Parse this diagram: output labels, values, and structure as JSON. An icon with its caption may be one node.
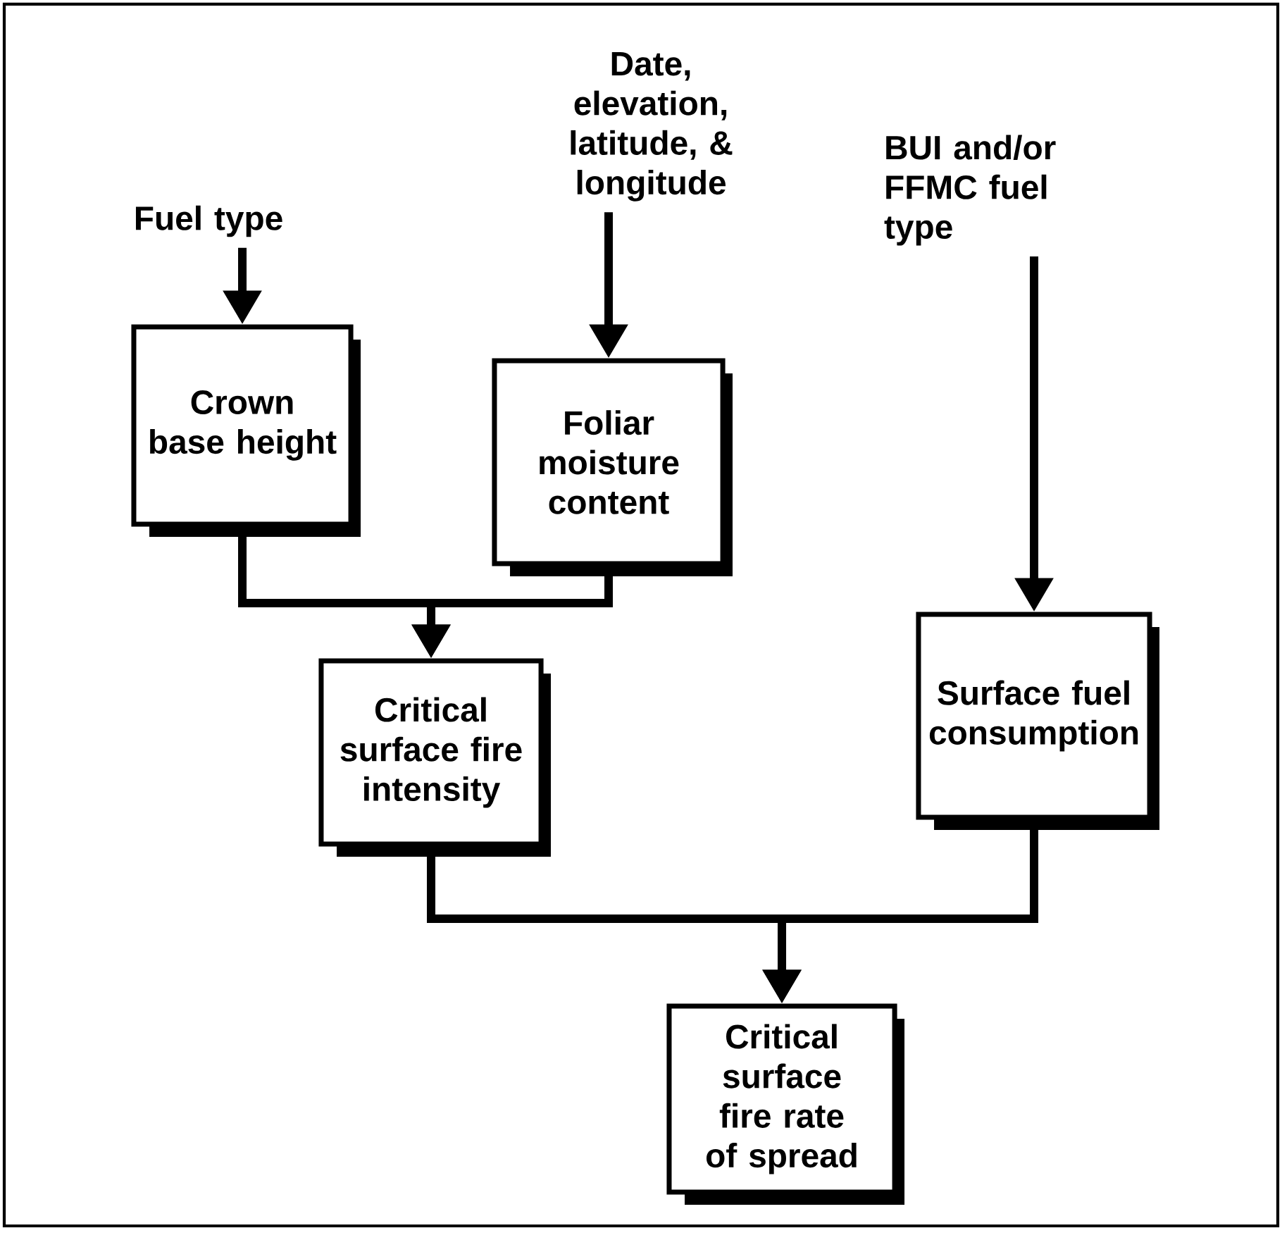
{
  "diagram": {
    "nodes": [
      {
        "text": [
          "Fuel type"
        ]
      },
      {
        "text": [
          "Date, elevation, latitude, & longitude"
        ]
      },
      {
        "text": [
          "BUI and/or FFMC fuel type"
        ]
      },
      {
        "text": [
          "Crown base height"
        ]
      },
      {
        "text": [
          "Foliar moisture content"
        ]
      },
      {
        "text": [
          "Critical surface fire intensity"
        ]
      },
      {
        "text": [
          "Surface fuel consumption"
        ]
      },
      {
        "text": [
          "Critical surface fire rate of spread"
        ]
      }
    ],
    "edges": [
      {
        "from": 0,
        "to": 3,
        "arrow": "to"
      },
      {
        "from": 1,
        "to": 4,
        "arrow": "to"
      },
      {
        "from": 2,
        "to": 6,
        "arrow": "to"
      },
      {
        "from": 3,
        "to": 5,
        "arrow": "to"
      },
      {
        "from": 4,
        "to": 5,
        "arrow": "to"
      },
      {
        "from": 5,
        "to": 7,
        "arrow": "to"
      },
      {
        "from": 6,
        "to": 7,
        "arrow": "to"
      }
    ]
  }
}
